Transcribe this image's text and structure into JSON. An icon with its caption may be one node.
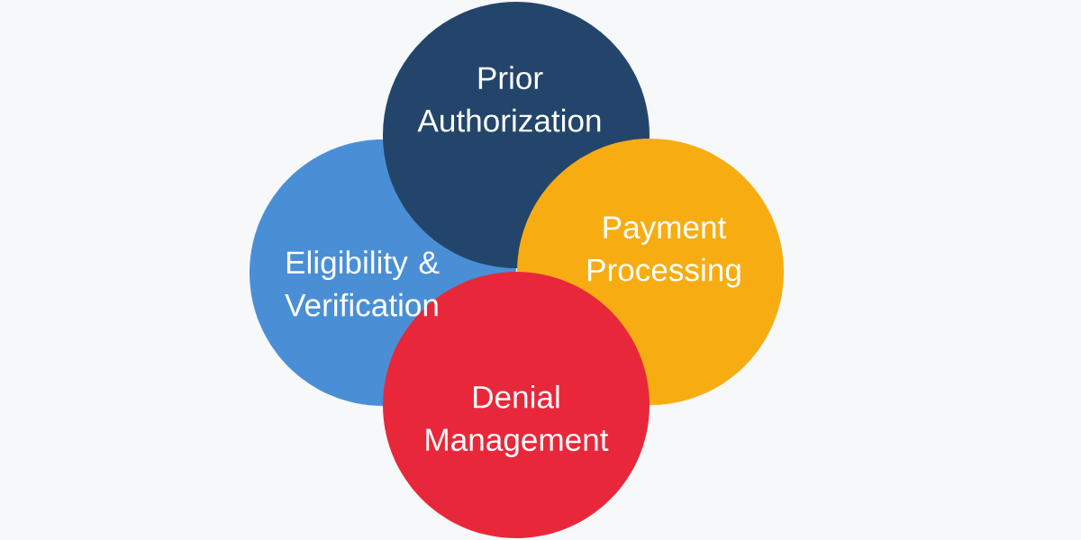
{
  "diagram": {
    "nodes": [
      {
        "text": [
          "Prior Authorization"
        ]
      },
      {
        "text": [
          "Eligibility & Verification"
        ]
      },
      {
        "text": [
          "Payment Processing"
        ]
      },
      {
        "text": [
          "Denial Management"
        ]
      }
    ]
  }
}
